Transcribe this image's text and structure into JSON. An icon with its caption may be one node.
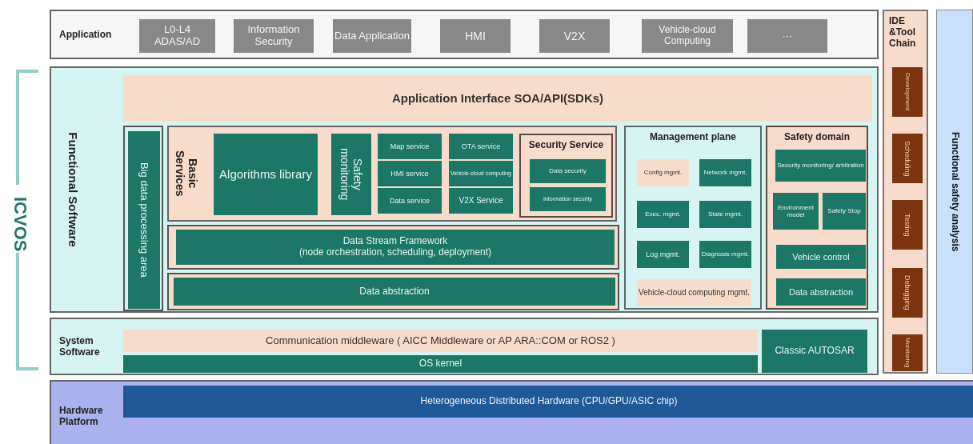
{
  "diagram": {
    "nodes": [
      {
        "text": [
          "Application"
        ]
      },
      {
        "text": [
          "L0-L4 ADAS/AD"
        ],
        "in": 0
      },
      {
        "text": [
          "Information Security"
        ],
        "in": 0
      },
      {
        "text": [
          "Data Application"
        ],
        "in": 0
      },
      {
        "text": [
          "HMI"
        ],
        "in": 0
      },
      {
        "text": [
          "V2X"
        ],
        "in": 0
      },
      {
        "text": [
          "Vehicle-cloud Computing"
        ],
        "in": 0
      },
      {
        "text": [
          "···"
        ],
        "in": 0
      },
      {
        "text": [
          "IDE &Tool Chain"
        ]
      },
      {
        "text": [
          "Development"
        ],
        "in": 8
      },
      {
        "text": [
          "Scheduling"
        ],
        "in": 8
      },
      {
        "text": [
          "Testing"
        ],
        "in": 8
      },
      {
        "text": [
          "Debugging"
        ],
        "in": 8
      },
      {
        "text": [
          "Monitoring"
        ],
        "in": 8
      },
      {
        "text": [
          "Functional safety analysis"
        ]
      },
      {
        "text": [
          "Functional Software"
        ]
      },
      {
        "text": [
          "Application Interface SOA/API(SDKs)"
        ],
        "in": 15
      },
      {
        "text": [
          "Big data processing area"
        ],
        "in": 15
      },
      {
        "text": [
          "Basic Services"
        ],
        "in": 15
      },
      {
        "text": [
          "Algorithms library"
        ],
        "in": 18
      },
      {
        "text": [
          "Safety monitoring"
        ],
        "in": 18
      },
      {
        "text": [
          "Map service"
        ],
        "in": 18
      },
      {
        "text": [
          "HMI service"
        ],
        "in": 18
      },
      {
        "text": [
          "Data service"
        ],
        "in": 18
      },
      {
        "text": [
          "OTA service"
        ],
        "in": 18
      },
      {
        "text": [
          "Vehicle-cloud computing"
        ],
        "in": 18
      },
      {
        "text": [
          "V2X Service"
        ],
        "in": 18
      },
      {
        "text": [
          "Security Service"
        ],
        "in": 18
      },
      {
        "text": [
          "Data security"
        ],
        "in": 27
      },
      {
        "text": [
          "Information security"
        ],
        "in": 27
      },
      {
        "text": [
          "Data Stream Framework",
          "(node orchestration, scheduling, deployment)"
        ],
        "in": 15
      },
      {
        "text": [
          "Data abstraction"
        ],
        "in": 15
      },
      {
        "text": [
          "Management plane"
        ],
        "in": 15
      },
      {
        "text": [
          "Config mgmt."
        ],
        "in": 32
      },
      {
        "text": [
          "Network mgmt."
        ],
        "in": 32
      },
      {
        "text": [
          "Exec. mgmt."
        ],
        "in": 32
      },
      {
        "text": [
          "State mgmt."
        ],
        "in": 32
      },
      {
        "text": [
          "Log mgmt."
        ],
        "in": 32
      },
      {
        "text": [
          "Diagnosis mgmt."
        ],
        "in": 32
      },
      {
        "text": [
          "Vehicle-cloud computing mgmt."
        ],
        "in": 32
      },
      {
        "text": [
          "Safety domain"
        ],
        "in": 15
      },
      {
        "text": [
          "Security monitoring/ arbitration"
        ],
        "in": 40
      },
      {
        "text": [
          "Environment model"
        ],
        "in": 40
      },
      {
        "text": [
          "Safety Stop"
        ],
        "in": 40
      },
      {
        "text": [
          "Vehicle control"
        ],
        "in": 40
      },
      {
        "text": [
          "Data abstraction"
        ],
        "in": 40
      },
      {
        "text": [
          "System Software"
        ]
      },
      {
        "text": [
          "Communication middleware ( AICC Middleware or AP ARA::COM or ROS2 )"
        ],
        "in": 46
      },
      {
        "text": [
          "OS kernel"
        ],
        "in": 46
      },
      {
        "text": [
          "Classic AUTOSAR"
        ],
        "in": 46
      },
      {
        "text": [
          "Hardware Platform"
        ]
      },
      {
        "text": [
          "Heterogeneous Distributed Hardware (CPU/GPU/ASIC chip)"
        ],
        "in": 50
      }
    ],
    "labels": [
      "ICVOS"
    ]
  }
}
